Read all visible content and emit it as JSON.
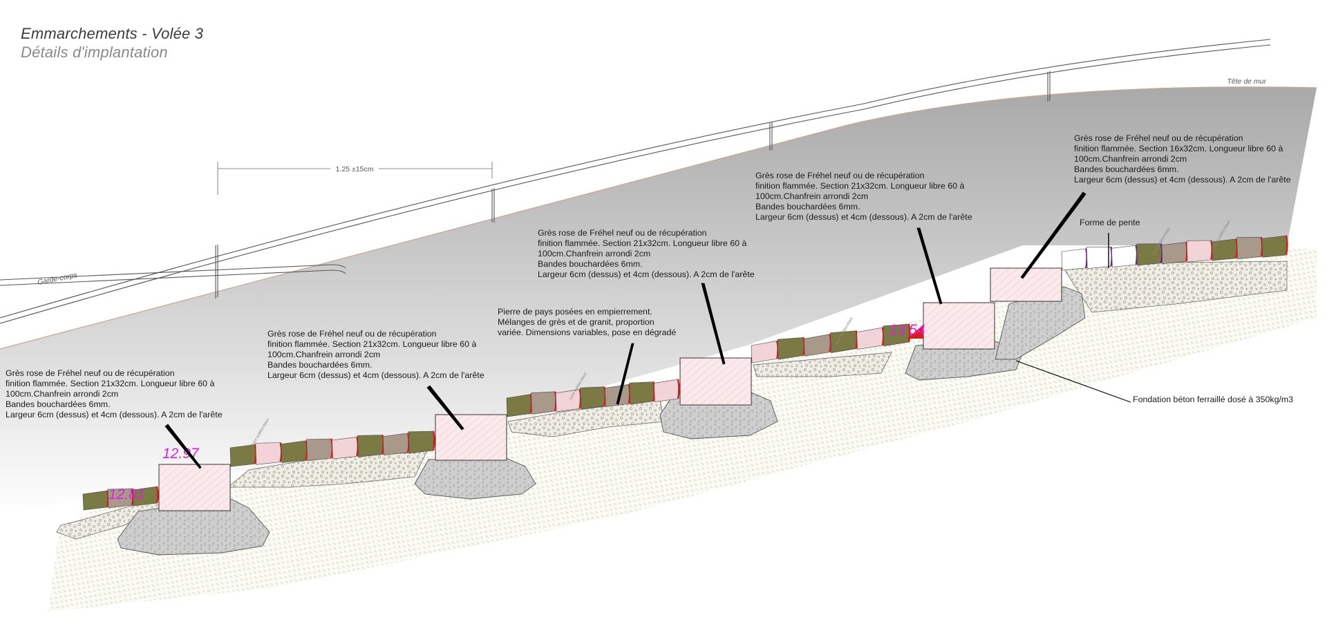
{
  "title": "Emmarchements - Volée 3",
  "subtitle": "Détails d'implantation",
  "labels": {
    "tete_de_mur": "Tête de mur",
    "garde_corps": "Garde-corps",
    "dimension": "1.25 ±15cm",
    "forme_de_pente": "Forme de pente",
    "fondation": "Fondation béton ferraillé dosé à 350kg/m3",
    "joint": "Joint sablecritaux"
  },
  "levels": {
    "l1": "12.81",
    "l2": "12.97",
    "l3": "13.54"
  },
  "notes": {
    "n1": [
      "Grès rose de Fréhel neuf ou de récupération",
      "finition flammée. Section 21x32cm. Longueur libre 60 à",
      "100cm.Chanfrein arrondi 2cm",
      "Bandes bouchardées 6mm.",
      "Largeur 6cm (dessus) et 4cm (dessous). A 2cm de l'arête"
    ],
    "n2": [
      "Grès rose de Fréhel neuf ou de récupération",
      "finition flammée. Section 21x32cm. Longueur libre 60 à",
      "100cm.Chanfrein arrondi 2cm",
      "Bandes bouchardées 6mm.",
      "Largeur 6cm (dessus) et 4cm (dessous). A 2cm de l'arête"
    ],
    "n3": [
      "Pierre de pays posées en empierrement.",
      "Mélanges de grès et de granit, proportion",
      "variée. Dimensions variables, pose en dégradé"
    ],
    "n4": [
      "Grès rose de Fréhel neuf ou de récupération",
      "finition flammée. Section 21x32cm. Longueur libre 60 à",
      "100cm.Chanfrein arrondi 2cm",
      "Bandes bouchardées 6mm.",
      "Largeur 6cm (dessus) et 4cm (dessous). A 2cm de l'arête"
    ],
    "n5": [
      "Grès rose de Fréhel neuf ou de récupération",
      "finition flammée. Section 21x32cm. Longueur libre 60 à",
      "100cm.Chanfrein arrondi 2cm",
      "Bandes bouchardées 6mm.",
      "Largeur 6cm (dessus) et 4cm (dessous). A 2cm de l'arête"
    ],
    "n6": [
      "Grès rose de Fréhel neuf ou de récupération",
      "finition flammée. Section 16x32cm. Longueur libre 60 à",
      "100cm.Chanfrein arrondi 2cm",
      "Bandes bouchardées 6mm.",
      "Largeur 6cm (dessus) et 4cm (dessous). A 2cm de l'arête"
    ]
  },
  "colors": {
    "wall_top": "#a9a9a9",
    "wall_bottom": "#ffffff",
    "step_fill": "#fbeaec",
    "stone_olive": "#7b7a45",
    "stone_taupe": "#a8998a",
    "stone_pink": "#f2d4d8",
    "joint_red": "#e01a1a",
    "level_magenta": "#e020d8",
    "purple_stone": "#7a1f9a"
  }
}
